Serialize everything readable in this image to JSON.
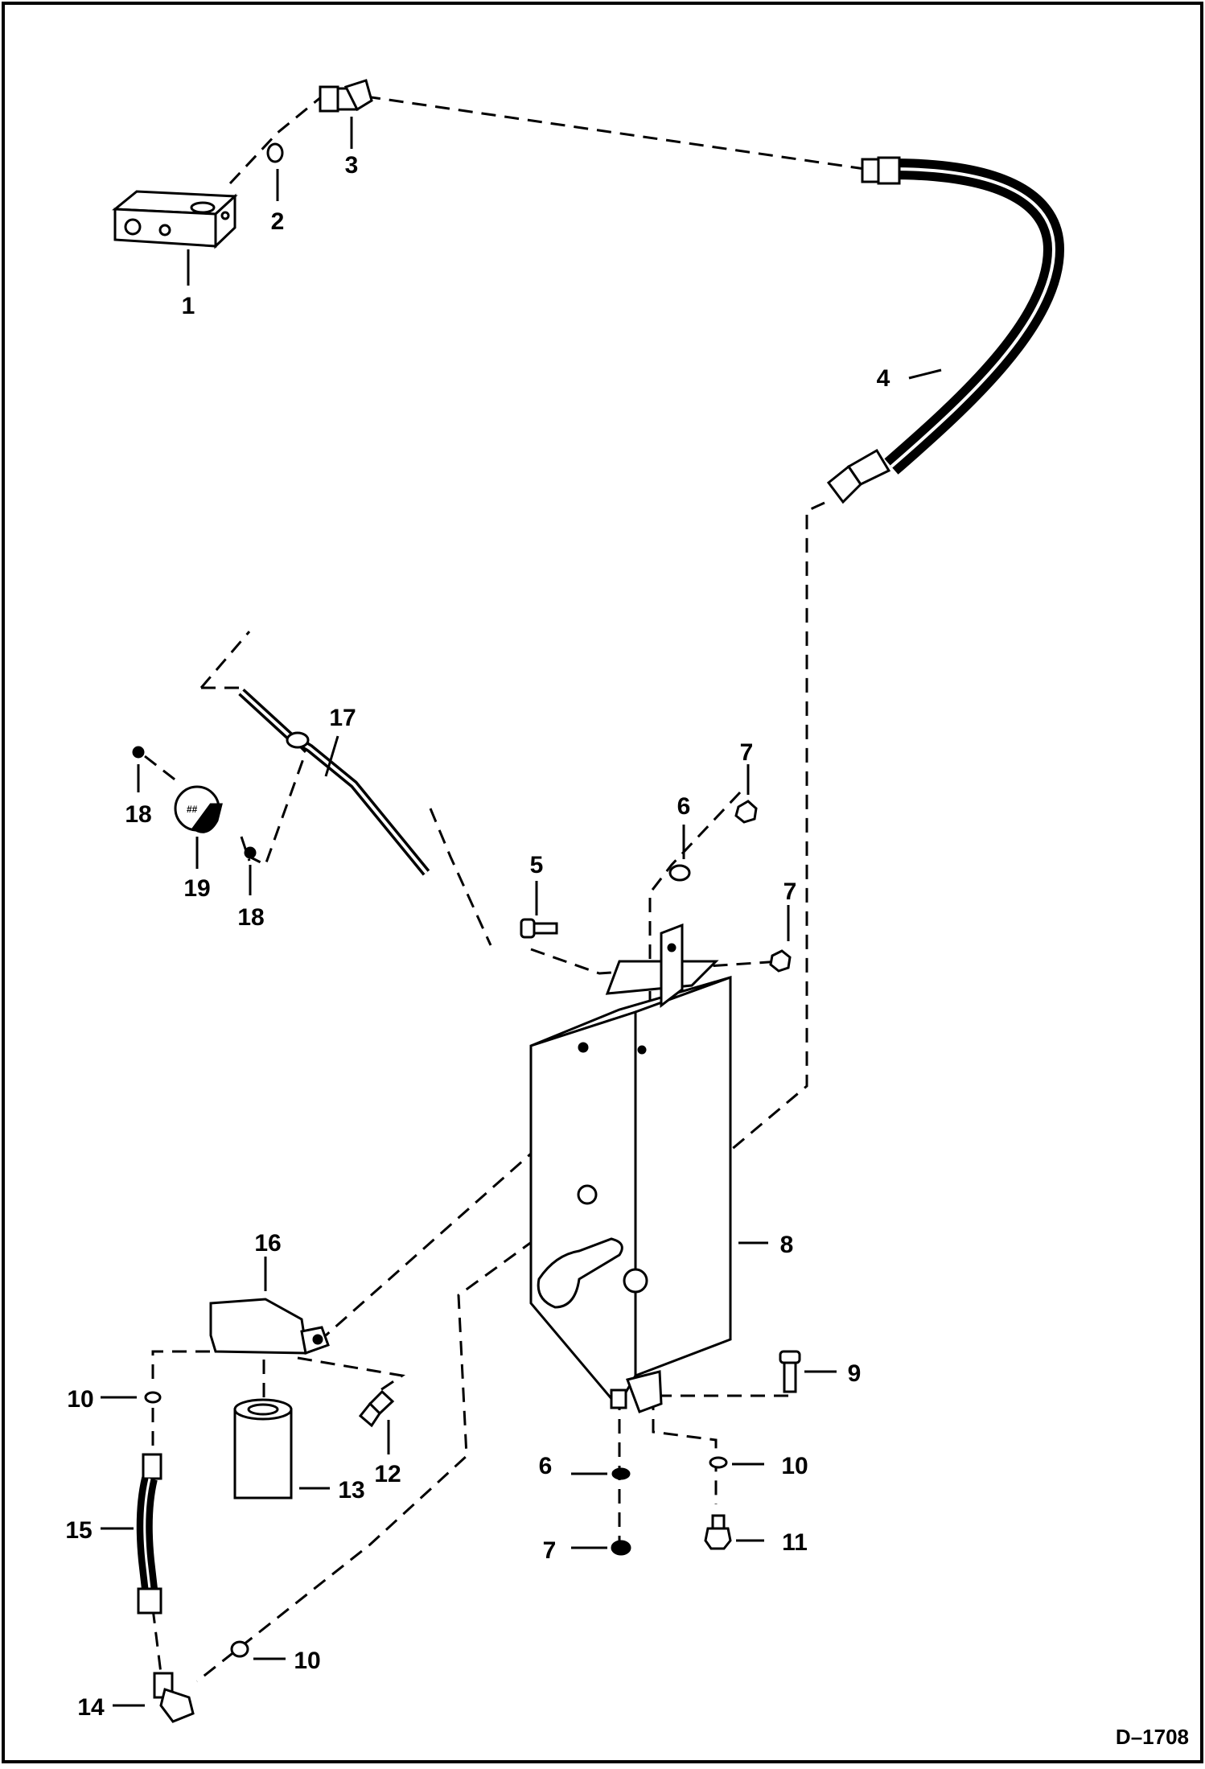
{
  "figure_code": "D–1708",
  "callouts": {
    "c1": "1",
    "c2": "2",
    "c3": "3",
    "c4": "4",
    "c5": "5",
    "c6a": "6",
    "c6b": "6",
    "c7a": "7",
    "c7b": "7",
    "c7c": "7",
    "c8": "8",
    "c9": "9",
    "c10a": "10",
    "c10b": "10",
    "c10c": "10",
    "c11": "11",
    "c12": "12",
    "c13": "13",
    "c14": "14",
    "c15": "15",
    "c16": "16",
    "c17": "17",
    "c18a": "18",
    "c18b": "18",
    "c19": "19"
  }
}
